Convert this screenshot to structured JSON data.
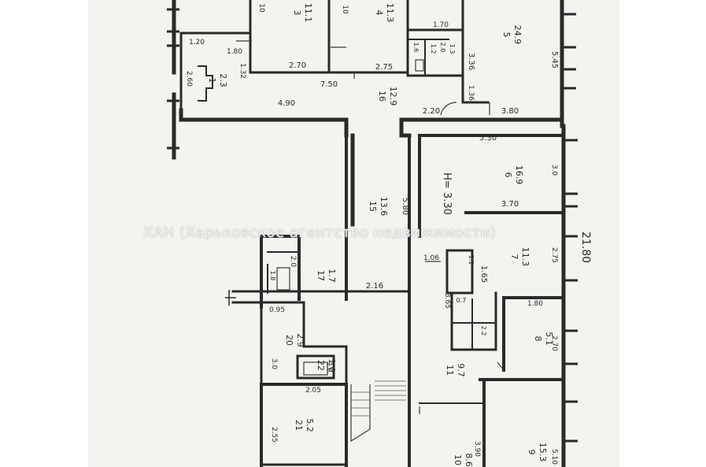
{
  "watermark": "ХАН (Харьковское агентство недвижимости)",
  "dimensions": {
    "d_1_20": "1.20",
    "d_1_80": "1.80",
    "d_1_32": "1.32",
    "d_2_70": "2.70",
    "d_2_75": "2.75",
    "d_7_50": "7.50",
    "d_1_70": "1.70",
    "d_3_36": "3.36",
    "d_1_36": "1.36",
    "d_5_45": "5.45",
    "d_4_90": "4.90",
    "d_2_20": "2.20",
    "d_3_80": "3.80",
    "d_5_30": "5.30",
    "d_3_0": "3.0",
    "d_h_3_30": "H= 3.30",
    "d_3_70": "3.70",
    "d_5_80": "5.80",
    "d_21_80": "21.80",
    "d_2_75b": "2.75",
    "d_2_16": "2.16",
    "d_1_06": "1.06",
    "d_1_65": "1.65",
    "d_3_65": "3.65",
    "d_1_80b": "1.80",
    "d_2_70b": "2.70",
    "d_0_95": "0.95",
    "d_3_0b": "3.0",
    "d_2_05": "2.05",
    "d_2_55": "2.55",
    "d_3_90": "3.90",
    "d_5_10": "5.10",
    "d_2_60": "2.60"
  },
  "rooms": {
    "r1": {
      "num": "1",
      "area": "2.3"
    },
    "r3": {
      "num": "3",
      "area": "11.1"
    },
    "r4": {
      "num": "4",
      "area": "11.3"
    },
    "r5": {
      "num": "5",
      "area": "24.9"
    },
    "r6": {
      "num": "6",
      "area": "16.9"
    },
    "r7": {
      "num": "7",
      "area": "11.3"
    },
    "r8": {
      "num": "8",
      "area": "5.1"
    },
    "r9": {
      "num": "9",
      "area": "15.3"
    },
    "r10": {
      "num": "10",
      "area": "8.6"
    },
    "r11": {
      "num": "11",
      "area": "9.7"
    },
    "r15": {
      "num": "15",
      "area": "13.6"
    },
    "r16": {
      "num": "16",
      "area": "12.9"
    },
    "r17": {
      "num": "17",
      "area": "1.7"
    },
    "r20": {
      "num": "20",
      "area": "2.9"
    },
    "r21": {
      "num": "21",
      "area": "5.2"
    },
    "r22": {
      "num": "22",
      "area": "1.0"
    }
  },
  "small_labels": {
    "s10a": "10",
    "s10b": "10",
    "s1_6": "1.6",
    "s2_0": "2.0",
    "s2_0b": "2.0",
    "s1_2": "1.2",
    "s1_3": "1.3",
    "s0_7": "0.7",
    "s1_1": "1.1",
    "s2_2": "2.2",
    "s1_8": "1.8",
    "s1_0": "1.0"
  }
}
